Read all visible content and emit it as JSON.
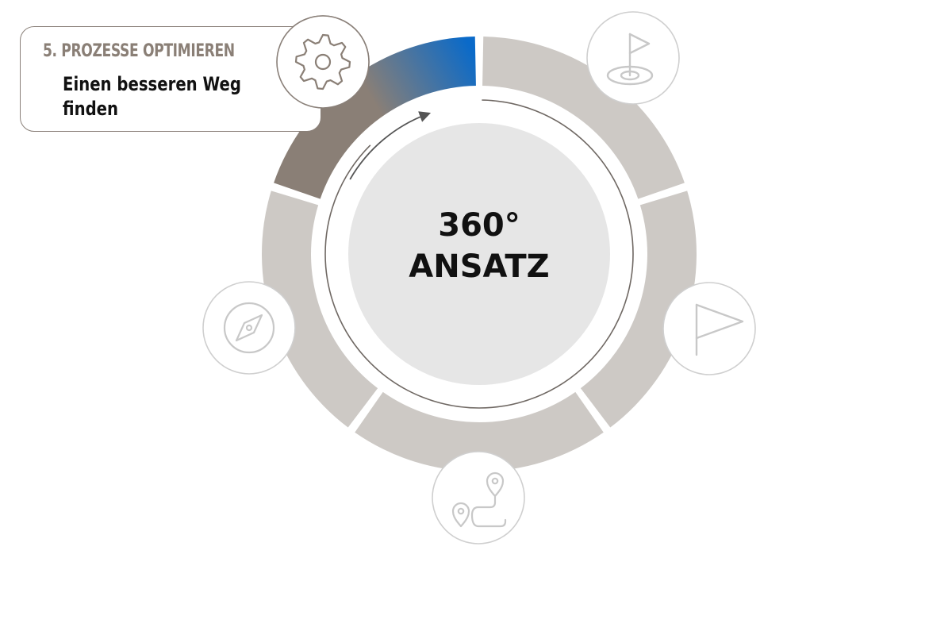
{
  "center": {
    "line1": "360°",
    "line2": "ANSATZ"
  },
  "active_step": {
    "label": "5. PROZESSE OPTIMIEREN",
    "description": "Einen besseren Weg finden"
  },
  "steps": [
    {
      "id": "goal",
      "icon": "golf-flag-target-icon",
      "active": false
    },
    {
      "id": "finish",
      "icon": "flag-icon",
      "active": false
    },
    {
      "id": "route",
      "icon": "route-pins-icon",
      "active": false
    },
    {
      "id": "orientation",
      "icon": "compass-icon",
      "active": false
    },
    {
      "id": "optimize",
      "icon": "gear-icon",
      "active": true
    }
  ],
  "colors": {
    "segment_inactive": "#cdc9c5",
    "segment_active_start": "#8a7f76",
    "segment_active_end": "#0a6ac9",
    "center_disc": "#e6e6e6",
    "icon_inactive": "#c8c8c8",
    "icon_active": "#8a7f76",
    "text_dark": "#111111"
  }
}
